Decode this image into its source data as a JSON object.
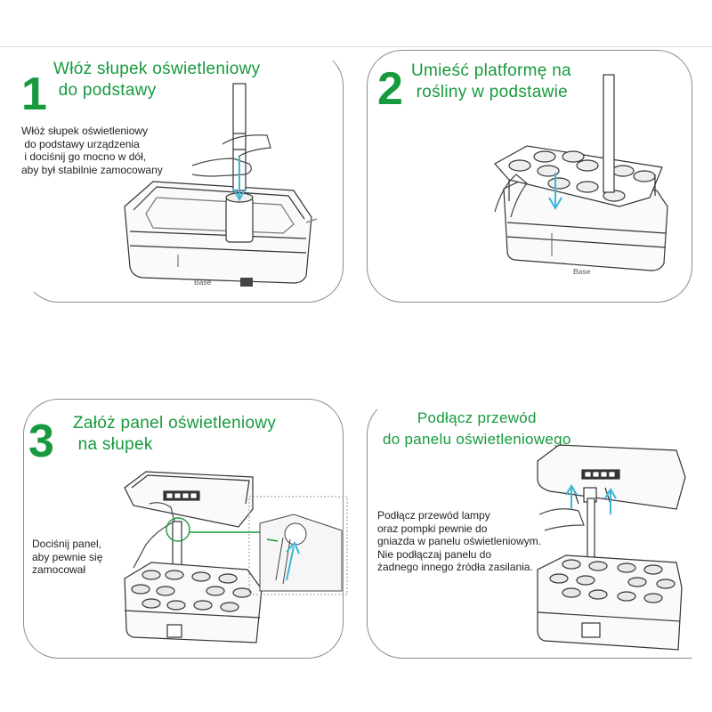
{
  "step1": {
    "number": "1",
    "title": "Włóż słupek oświetleniowy\n do podstawy",
    "description": "Włóż słupek oświetleniowy\n do podstawy urządzenia\n i dociśnij go mocno w dół,\naby był stabilnie zamocowany",
    "base_label": "Base"
  },
  "step2": {
    "number": "2",
    "title": "Umieść platformę na\n rośliny w podstawie",
    "base_label": "Base"
  },
  "step3": {
    "number": "3",
    "title": "Załóż panel oświetleniowy\n na słupek",
    "description": "Dociśnij panel,\naby pewnie się\nzamocował"
  },
  "step4": {
    "title": "Podłącz przewód\ndo panelu oświetleniowego",
    "description": "Podłącz przewód lampy\noraz pompki pewnie do\ngniazda w panelu oświetleniowym.\nNie podłączaj panelu do\nżadnego innego źródła zasilania."
  },
  "colors": {
    "accent": "#169a3d",
    "arrow": "#3bb6d8",
    "line": "#333333",
    "border": "#8c8c8c"
  }
}
